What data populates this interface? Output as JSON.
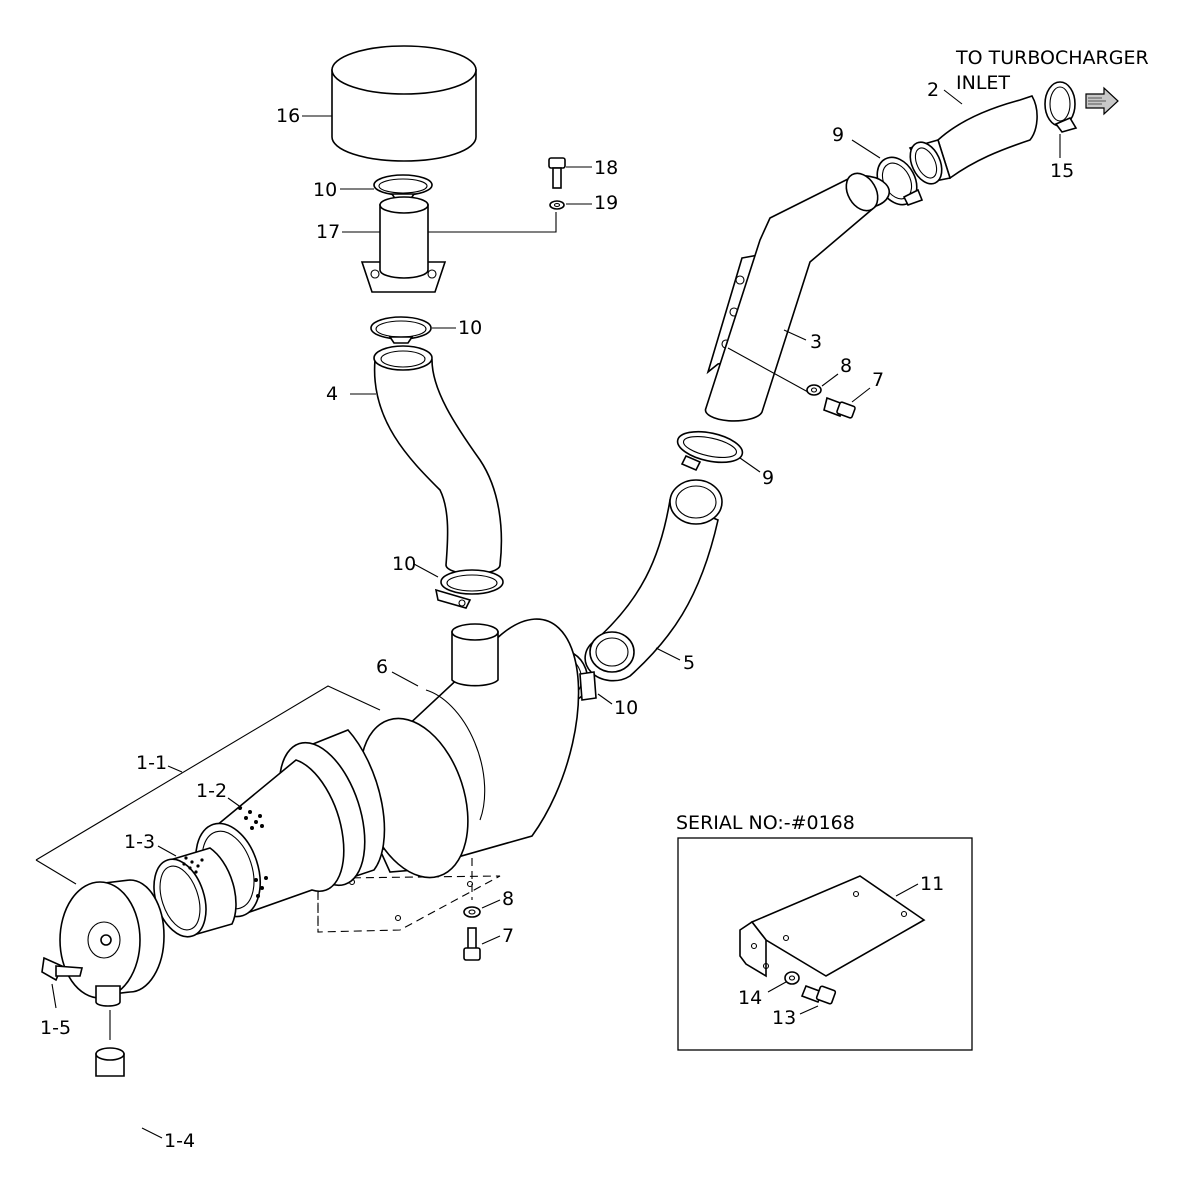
{
  "header": {
    "outlet_line1": "TO TURBOCHARGER",
    "outlet_line2": "INLET",
    "serial_note": "SERIAL NO:-#0168"
  },
  "callouts": {
    "c1_1": "1-1",
    "c1_2": "1-2",
    "c1_3": "1-3",
    "c1_4": "1-4",
    "c1_5": "1-5",
    "c2": "2",
    "c3": "3",
    "c4": "4",
    "c5": "5",
    "c6": "6",
    "c7a": "7",
    "c7b": "7",
    "c8a": "8",
    "c8b": "8",
    "c9a": "9",
    "c9b": "9",
    "c10a": "10",
    "c10b": "10",
    "c10c": "10",
    "c10d": "10",
    "c11": "11",
    "c13": "13",
    "c14": "14",
    "c15": "15",
    "c16": "16",
    "c17": "17",
    "c18": "18",
    "c19": "19"
  },
  "icons": {
    "flow_arrow": "right-arrow-icon"
  }
}
